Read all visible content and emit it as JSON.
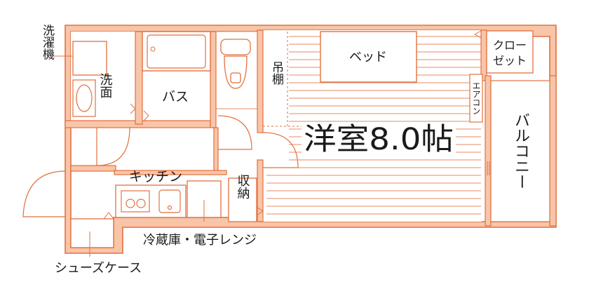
{
  "colors": {
    "wall": "#f8c5a8",
    "line": "#e2703f",
    "floor_line": "#ea8a60",
    "text": "#1a1a1a",
    "background": "#ffffff"
  },
  "labels": {
    "washing_machine": "洗濯機",
    "washroom": "洗面",
    "bath": "バス",
    "kitchen": "キッチン",
    "fridge_microwave": "冷蔵庫・電子レンジ",
    "shoe_case": "シューズケース",
    "storage": "収納",
    "hanging_shelf": "吊棚",
    "bed": "ベッド",
    "closet": "クローゼット",
    "aircon": "エアコン",
    "room": "洋室8.0帖",
    "balcony": "バルコニー"
  }
}
